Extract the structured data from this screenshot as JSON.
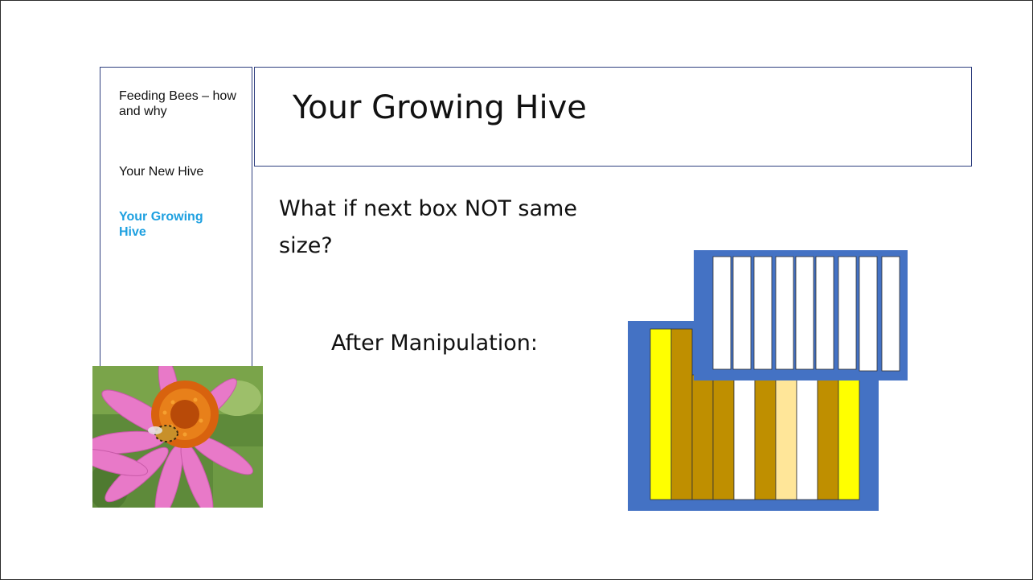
{
  "slide": {
    "title": "Your Growing Hive",
    "question": "What if next box NOT same size?",
    "caption": "After Manipulation:"
  },
  "sidebar": {
    "items": [
      {
        "label": "Feeding Bees – how and why",
        "active": false
      },
      {
        "label": "Your New Hive",
        "active": false
      },
      {
        "label": "Your Growing Hive",
        "active": true
      }
    ]
  },
  "photo": {
    "icon": "coneflower-with-bee-photo"
  },
  "colors": {
    "hive_box": "#4472c4",
    "frame_empty": "#ffffff",
    "frame_pollen": "#ffff00",
    "frame_honey": "#bf8f00",
    "frame_light": "#ffe699",
    "active_nav": "#1ea0e0",
    "border": "#2f3f7f"
  },
  "diagram": {
    "upper_box_frames": [
      "empty",
      "empty",
      "empty",
      "empty",
      "empty",
      "empty",
      "empty",
      "empty",
      "empty"
    ],
    "lower_box_frames": [
      "pollen",
      "honey",
      "honey",
      "honey",
      "empty",
      "honey",
      "light",
      "empty",
      "honey",
      "pollen"
    ]
  }
}
